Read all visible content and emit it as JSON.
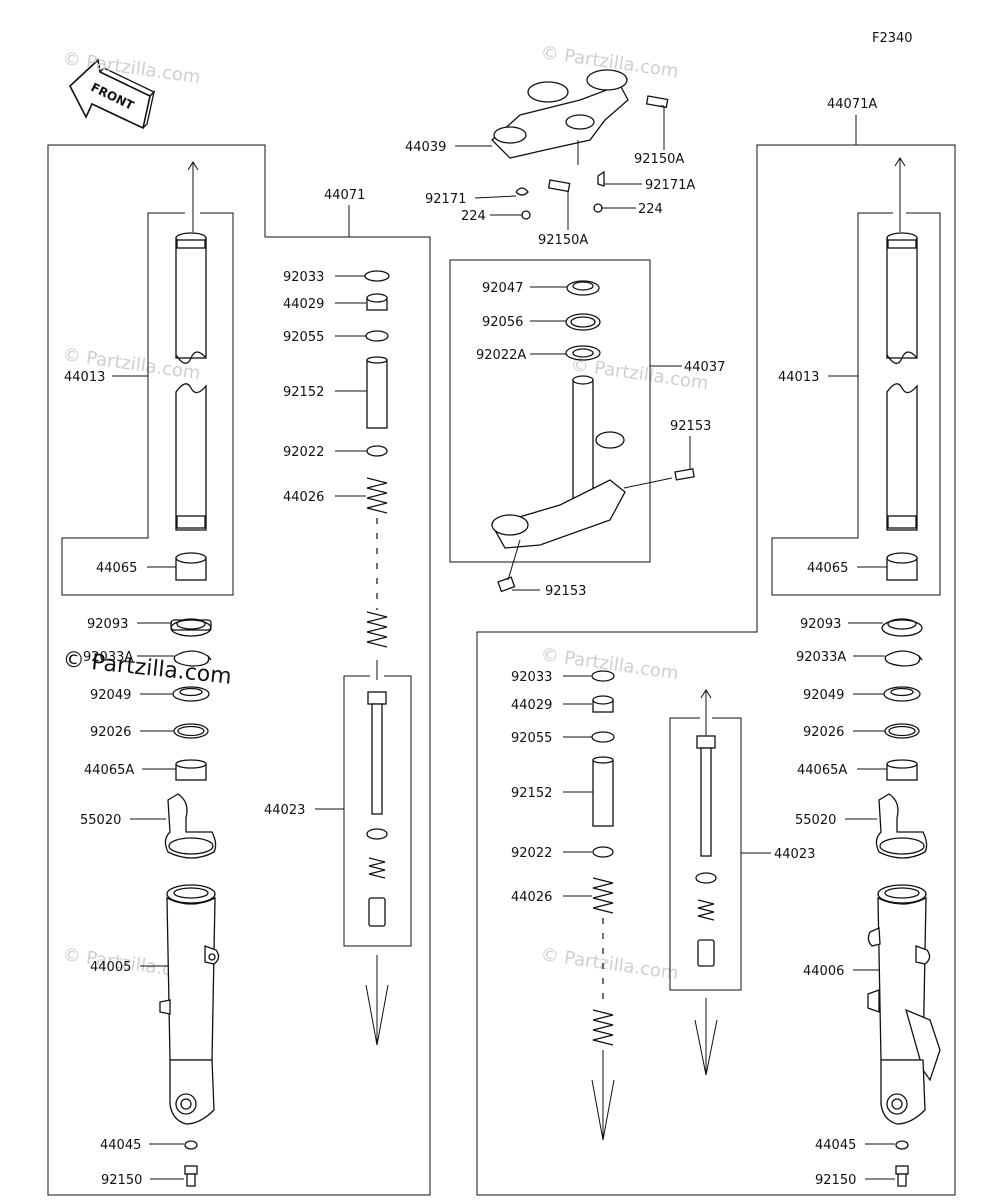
{
  "figure_code": "F2340",
  "direction_arrow": "FRONT",
  "watermark": "© Partzilla.com",
  "part_labels": {
    "l_44013": "44013",
    "l_44065": "44065",
    "l_92093": "92093",
    "l_92033A": "92033A",
    "l_92049": "92049",
    "l_92026": "92026",
    "l_44065A": "44065A",
    "l_55020": "55020",
    "l_44005": "44005",
    "l_44045": "44045",
    "l_92150": "92150",
    "c_44071": "44071",
    "c_92033": "92033",
    "c_44029": "44029",
    "c_92055": "92055",
    "c_92152": "92152",
    "c_92022": "92022",
    "c_44026": "44026",
    "c_44023": "44023",
    "t_44039": "44039",
    "t_92150A_a": "92150A",
    "t_92150A_b": "92150A",
    "t_92171": "92171",
    "t_92171A": "92171A",
    "t_224_a": "224",
    "t_224_b": "224",
    "s_92047": "92047",
    "s_92056": "92056",
    "s_92022A": "92022A",
    "s_44037": "44037",
    "s_92153_a": "92153",
    "s_92153_b": "92153",
    "m_92033": "92033",
    "m_44029": "44029",
    "m_92055": "92055",
    "m_92152": "92152",
    "m_92022": "92022",
    "m_44026": "44026",
    "m_44023": "44023",
    "r_44071A": "44071A",
    "r_44013": "44013",
    "r_44065": "44065",
    "r_92093": "92093",
    "r_92033A": "92033A",
    "r_92049": "92049",
    "r_92026": "92026",
    "r_44065A": "44065A",
    "r_55020": "55020",
    "r_44006": "44006",
    "r_44045": "44045",
    "r_92150": "92150"
  }
}
